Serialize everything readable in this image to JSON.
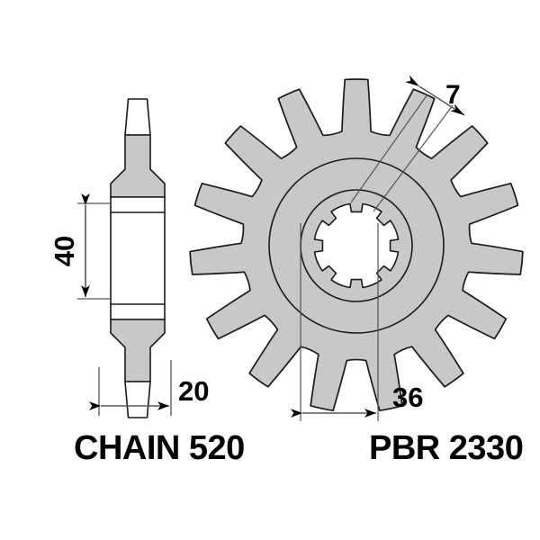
{
  "drawing": {
    "type": "technical-drawing",
    "subject": "motorcycle front sprocket",
    "background_color": "#ffffff",
    "line_color": "#1a1a1a",
    "fill_color": "#c8c8c8",
    "tooth_fill_color": "#ffffff"
  },
  "side_view": {
    "name": "sprocket side profile view",
    "dimensions": {
      "height_label": "40",
      "width_label": "20"
    }
  },
  "front_view": {
    "name": "sprocket front face view",
    "tooth_count": 15,
    "spline_count": 8,
    "dimensions": {
      "bore_label": "36",
      "tooth_thickness_label": "7"
    }
  },
  "captions": {
    "left": "CHAIN 520",
    "right": "PBR 2330"
  }
}
